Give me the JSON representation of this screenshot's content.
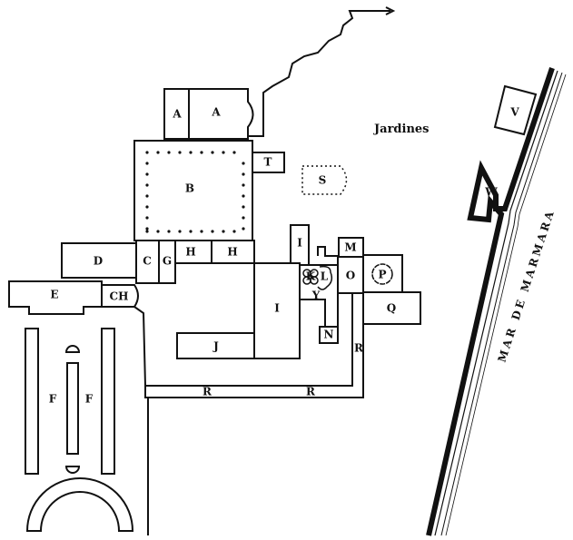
{
  "title_area": "Jardines",
  "sea_label": "MAR DE MARMARA",
  "rooms": {
    "a1": "A",
    "a2": "A",
    "b": "B",
    "t": "T",
    "s": "S",
    "d": "D",
    "c": "C",
    "g": "G",
    "h1": "H",
    "h2": "H",
    "e": "E",
    "ch": "CH",
    "i_small": "I",
    "i_large": "I",
    "j": "J",
    "k": "K",
    "l": "L",
    "y": "Y",
    "m": "M",
    "n": "N",
    "o": "O",
    "p": "P",
    "q": "Q",
    "r1": "R",
    "r2": "R",
    "r3": "R",
    "f1": "F",
    "f2": "F",
    "v": "V",
    "w": "W"
  },
  "colors": {
    "ink": "#111111",
    "paper": "#ffffff"
  }
}
